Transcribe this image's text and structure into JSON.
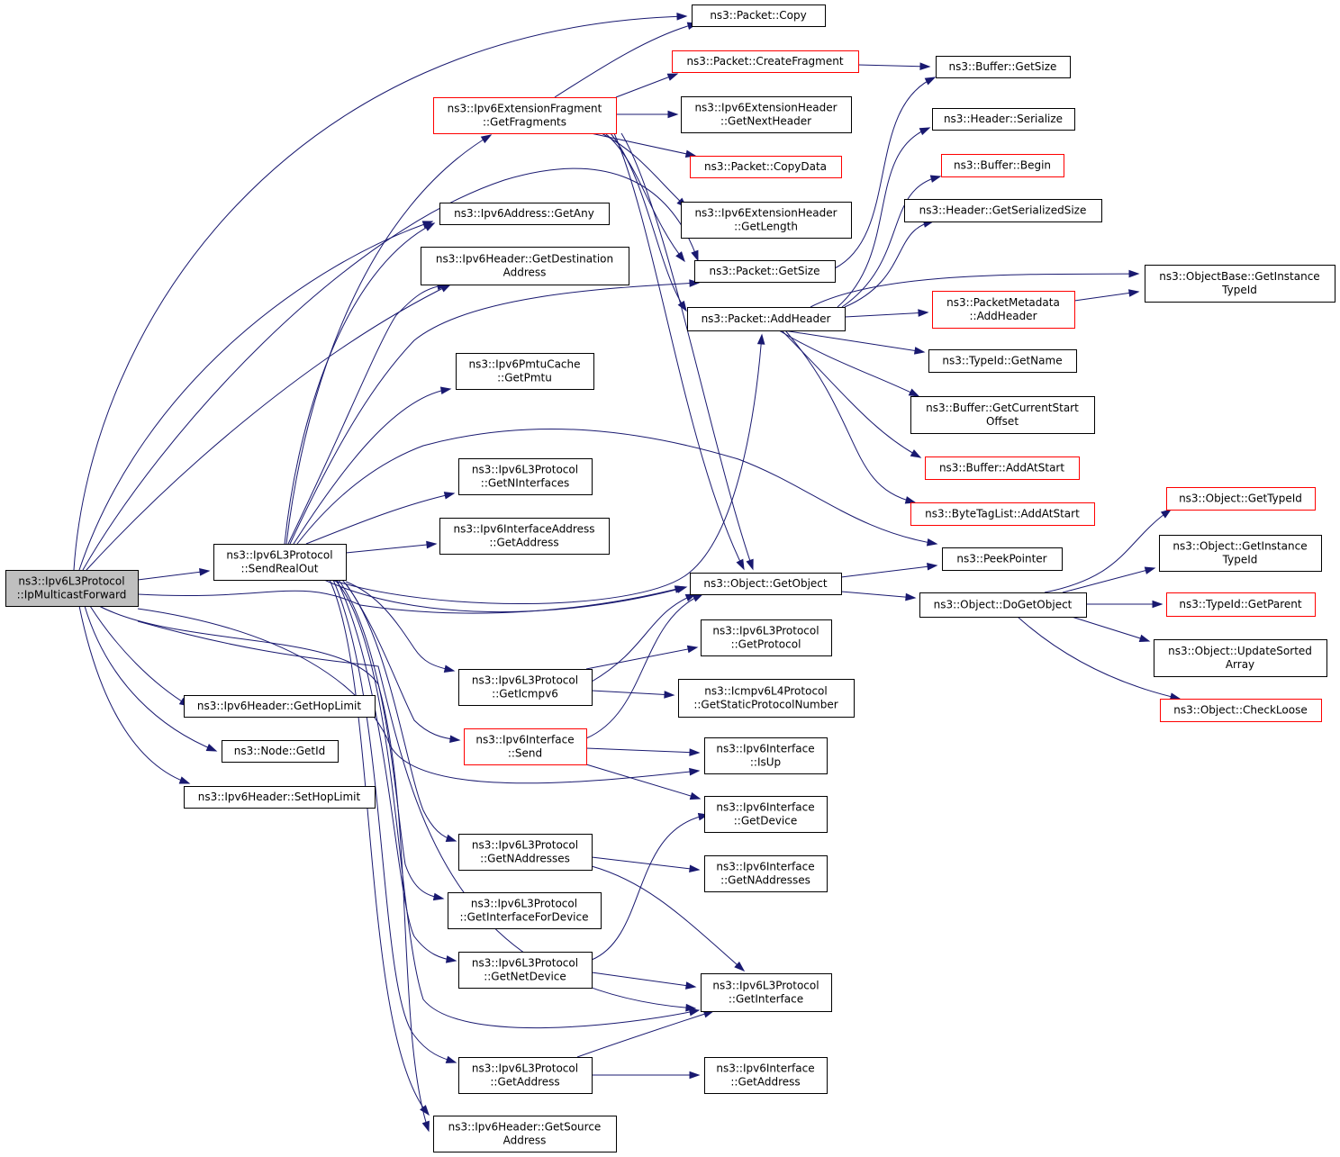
{
  "graph": {
    "colors": {
      "edge": "#191970",
      "root_fill": "#bfbfbf",
      "missing_border": "#ff0000",
      "node_border": "#000000"
    },
    "nodes": [
      {
        "id": "root",
        "lines": [
          "ns3::Ipv6L3Protocol",
          "::IpMulticastForward"
        ],
        "style": "root"
      },
      {
        "id": "sendrealout",
        "lines": [
          "ns3::Ipv6L3Protocol",
          "::SendRealOut"
        ],
        "style": "normal"
      },
      {
        "id": "gethoplimit",
        "lines": [
          "ns3::Ipv6Header::GetHopLimit"
        ],
        "style": "normal"
      },
      {
        "id": "nodegetid",
        "lines": [
          "ns3::Node::GetId"
        ],
        "style": "normal"
      },
      {
        "id": "sethoplimit",
        "lines": [
          "ns3::Ipv6Header::SetHopLimit"
        ],
        "style": "normal"
      },
      {
        "id": "packetcopy",
        "lines": [
          "ns3::Packet::Copy"
        ],
        "style": "normal"
      },
      {
        "id": "getfragments",
        "lines": [
          "ns3::Ipv6ExtensionFragment",
          "::GetFragments"
        ],
        "style": "red"
      },
      {
        "id": "getany",
        "lines": [
          "ns3::Ipv6Address::GetAny"
        ],
        "style": "normal"
      },
      {
        "id": "getdestaddr",
        "lines": [
          "ns3::Ipv6Header::GetDestination",
          "Address"
        ],
        "style": "normal"
      },
      {
        "id": "getpmtu",
        "lines": [
          "ns3::Ipv6PmtuCache",
          "::GetPmtu"
        ],
        "style": "normal"
      },
      {
        "id": "getninterfaces",
        "lines": [
          "ns3::Ipv6L3Protocol",
          "::GetNInterfaces"
        ],
        "style": "normal"
      },
      {
        "id": "ifaceaddr_getaddress",
        "lines": [
          "ns3::Ipv6InterfaceAddress",
          "::GetAddress"
        ],
        "style": "normal"
      },
      {
        "id": "geticmpv6",
        "lines": [
          "ns3::Ipv6L3Protocol",
          "::GetIcmpv6"
        ],
        "style": "normal"
      },
      {
        "id": "iface_send",
        "lines": [
          "ns3::Ipv6Interface",
          "::Send"
        ],
        "style": "red"
      },
      {
        "id": "getnaddresses_l3",
        "lines": [
          "ns3::Ipv6L3Protocol",
          "::GetNAddresses"
        ],
        "style": "normal"
      },
      {
        "id": "getinterfacefordevice",
        "lines": [
          "ns3::Ipv6L3Protocol",
          "::GetInterfaceForDevice"
        ],
        "style": "normal"
      },
      {
        "id": "getnetdevice",
        "lines": [
          "ns3::Ipv6L3Protocol",
          "::GetNetDevice"
        ],
        "style": "normal"
      },
      {
        "id": "l3_getaddress",
        "lines": [
          "ns3::Ipv6L3Protocol",
          "::GetAddress"
        ],
        "style": "normal"
      },
      {
        "id": "getsourceaddr",
        "lines": [
          "ns3::Ipv6Header::GetSource",
          "Address"
        ],
        "style": "normal"
      },
      {
        "id": "createfragment",
        "lines": [
          "ns3::Packet::CreateFragment"
        ],
        "style": "red"
      },
      {
        "id": "getnextheader",
        "lines": [
          "ns3::Ipv6ExtensionHeader",
          "::GetNextHeader"
        ],
        "style": "normal"
      },
      {
        "id": "copydata",
        "lines": [
          "ns3::Packet::CopyData"
        ],
        "style": "red"
      },
      {
        "id": "exthdr_getlength",
        "lines": [
          "ns3::Ipv6ExtensionHeader",
          "::GetLength"
        ],
        "style": "normal"
      },
      {
        "id": "packet_getsize",
        "lines": [
          "ns3::Packet::GetSize"
        ],
        "style": "normal"
      },
      {
        "id": "addheader",
        "lines": [
          "ns3::Packet::AddHeader"
        ],
        "style": "normal"
      },
      {
        "id": "getobject",
        "lines": [
          "ns3::Object::GetObject"
        ],
        "style": "normal"
      },
      {
        "id": "getprotocol",
        "lines": [
          "ns3::Ipv6L3Protocol",
          "::GetProtocol"
        ],
        "style": "normal"
      },
      {
        "id": "getstaticprotocolnumber",
        "lines": [
          "ns3::Icmpv6L4Protocol",
          "::GetStaticProtocolNumber"
        ],
        "style": "normal"
      },
      {
        "id": "isup",
        "lines": [
          "ns3::Ipv6Interface",
          "::IsUp"
        ],
        "style": "normal"
      },
      {
        "id": "iface_getdevice",
        "lines": [
          "ns3::Ipv6Interface",
          "::GetDevice"
        ],
        "style": "normal"
      },
      {
        "id": "iface_getnaddresses",
        "lines": [
          "ns3::Ipv6Interface",
          "::GetNAddresses"
        ],
        "style": "normal"
      },
      {
        "id": "getinterface",
        "lines": [
          "ns3::Ipv6L3Protocol",
          "::GetInterface"
        ],
        "style": "normal"
      },
      {
        "id": "iface_getaddress",
        "lines": [
          "ns3::Ipv6Interface",
          "::GetAddress"
        ],
        "style": "normal"
      },
      {
        "id": "buffer_getsize",
        "lines": [
          "ns3::Buffer::GetSize"
        ],
        "style": "normal"
      },
      {
        "id": "header_serialize",
        "lines": [
          "ns3::Header::Serialize"
        ],
        "style": "normal"
      },
      {
        "id": "buffer_begin",
        "lines": [
          "ns3::Buffer::Begin"
        ],
        "style": "red"
      },
      {
        "id": "header_getserializedsize",
        "lines": [
          "ns3::Header::GetSerializedSize"
        ],
        "style": "normal"
      },
      {
        "id": "pm_addheader",
        "lines": [
          "ns3::PacketMetadata",
          "::AddHeader"
        ],
        "style": "red"
      },
      {
        "id": "typeid_getname",
        "lines": [
          "ns3::TypeId::GetName"
        ],
        "style": "normal"
      },
      {
        "id": "buffer_getcurrentstartoffset",
        "lines": [
          "ns3::Buffer::GetCurrentStart",
          "Offset"
        ],
        "style": "normal"
      },
      {
        "id": "buffer_addatstart",
        "lines": [
          "ns3::Buffer::AddAtStart"
        ],
        "style": "red"
      },
      {
        "id": "bytetaglist_addatstart",
        "lines": [
          "ns3::ByteTagList::AddAtStart"
        ],
        "style": "red"
      },
      {
        "id": "peekpointer",
        "lines": [
          "ns3::PeekPointer"
        ],
        "style": "normal"
      },
      {
        "id": "dogetobject",
        "lines": [
          "ns3::Object::DoGetObject"
        ],
        "style": "normal"
      },
      {
        "id": "objectbase_getinstancetypeid",
        "lines": [
          "ns3::ObjectBase::GetInstance",
          "TypeId"
        ],
        "style": "normal"
      },
      {
        "id": "object_gettypeid",
        "lines": [
          "ns3::Object::GetTypeId"
        ],
        "style": "red"
      },
      {
        "id": "object_getinstancetypeid",
        "lines": [
          "ns3::Object::GetInstance",
          "TypeId"
        ],
        "style": "normal"
      },
      {
        "id": "typeid_getparent",
        "lines": [
          "ns3::TypeId::GetParent"
        ],
        "style": "red"
      },
      {
        "id": "updatesortedarray",
        "lines": [
          "ns3::Object::UpdateSorted",
          "Array"
        ],
        "style": "normal"
      },
      {
        "id": "checkloose",
        "lines": [
          "ns3::Object::CheckLoose"
        ],
        "style": "red"
      }
    ]
  }
}
